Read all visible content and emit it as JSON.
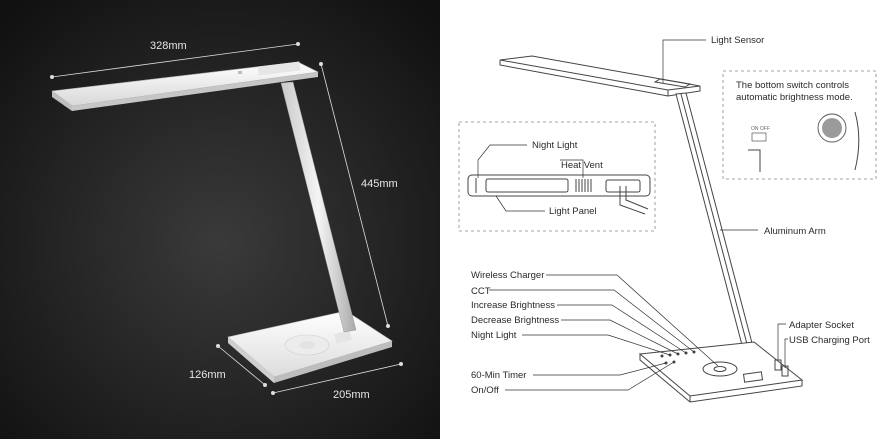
{
  "dimensions": {
    "width": "328mm",
    "height": "445mm",
    "depth": "126mm",
    "base": "205mm"
  },
  "labels": {
    "light_sensor": "Light Sensor",
    "switch_note_1": "The bottom switch controls",
    "switch_note_2": "automatic brightness mode.",
    "switch_on_off": "ON OFF",
    "night_light_top": "Night Light",
    "heat_vent": "Heat Vent",
    "light_panel": "Light Panel",
    "aluminum_arm": "Aluminum Arm",
    "wireless_charger": "Wireless Charger",
    "cct": "CCT",
    "increase_brightness": "Increase Brightness",
    "decrease_brightness": "Decrease Brightness",
    "night_light": "Night Light",
    "timer": "60-Min Timer",
    "on_off": "On/Off",
    "adapter_socket": "Adapter Socket",
    "usb_port": "USB Charging Port"
  },
  "colors": {
    "dark_bg": "#1d1d1d",
    "light_bg": "#ffffff",
    "lamp_white": "#f2f2f2"
  }
}
